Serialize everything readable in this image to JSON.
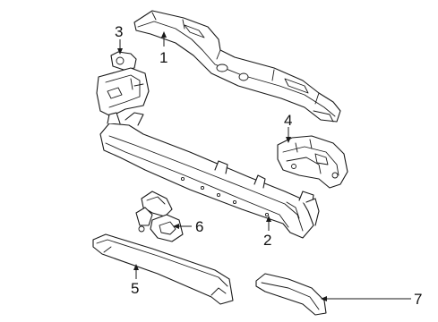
{
  "callouts": {
    "c1": "1",
    "c2": "2",
    "c3": "3",
    "c4": "4",
    "c5": "5",
    "c6": "6",
    "c7": "7"
  },
  "colors": {
    "line": "#1a1a1a",
    "background": "#ffffff"
  }
}
